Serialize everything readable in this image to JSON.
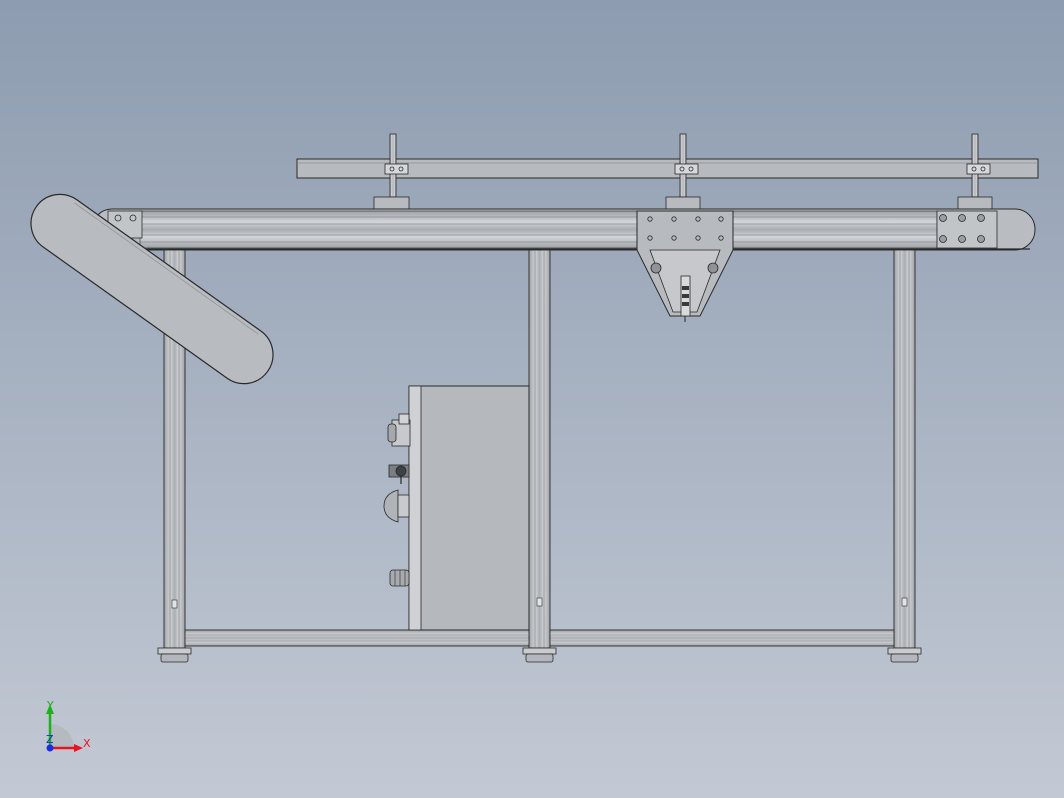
{
  "triad": {
    "x_label": "X",
    "y_label": "Y",
    "z_label": "Z",
    "x_color": "#e8141b",
    "y_color": "#1cb01c",
    "z_color": "#1c2be0"
  },
  "colors": {
    "background_top": "#8d9cb0",
    "background_bottom": "#c3c9d4",
    "metal": "#b9bcc0",
    "metal_dark": "#9fa3a8",
    "edge": "#2a2a2a"
  }
}
